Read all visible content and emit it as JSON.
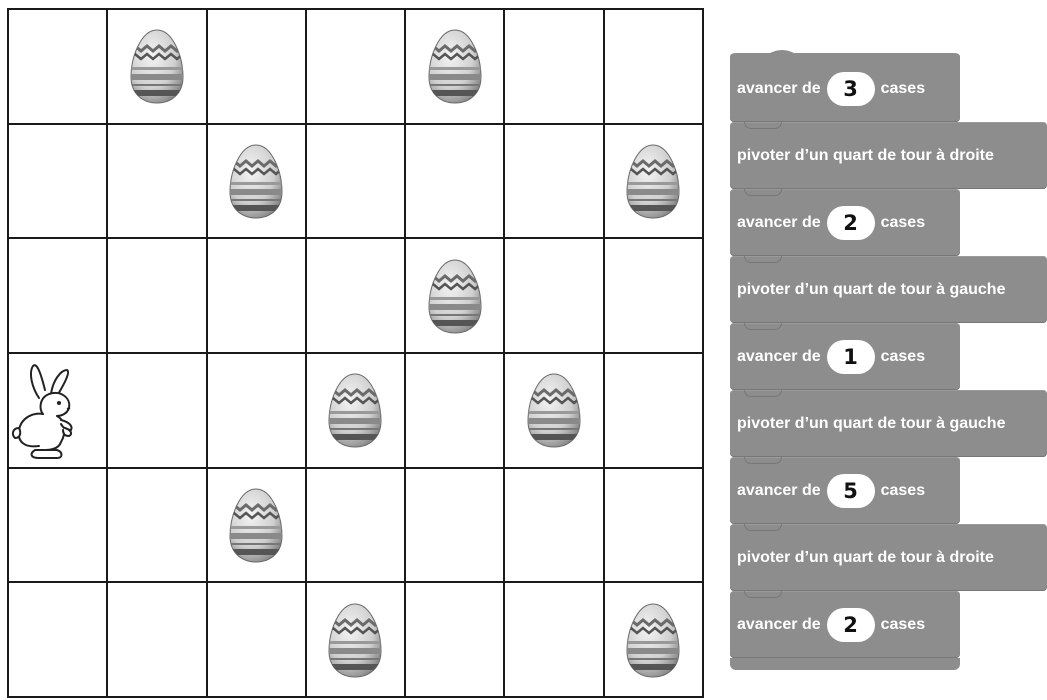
{
  "board": {
    "rows": 6,
    "cols": 7,
    "cells": [
      [
        "",
        "egg",
        "",
        "",
        "egg",
        "",
        ""
      ],
      [
        "",
        "",
        "egg",
        "",
        "",
        "",
        "egg"
      ],
      [
        "",
        "",
        "",
        "",
        "egg",
        "",
        ""
      ],
      [
        "bunny",
        "",
        "",
        "egg",
        "",
        "egg",
        ""
      ],
      [
        "",
        "",
        "egg",
        "",
        "",
        "",
        ""
      ],
      [
        "",
        "",
        "",
        "egg",
        "",
        "",
        "egg"
      ]
    ]
  },
  "script": {
    "blocks": [
      {
        "type": "move",
        "prefix": "avancer de",
        "value": "3",
        "suffix": "cases"
      },
      {
        "type": "turn",
        "text": "pivoter d’un quart de tour à droite"
      },
      {
        "type": "move",
        "prefix": "avancer de",
        "value": "2",
        "suffix": "cases"
      },
      {
        "type": "turn",
        "text": "pivoter d’un quart de tour à gauche"
      },
      {
        "type": "move",
        "prefix": "avancer de",
        "value": "1",
        "suffix": "cases"
      },
      {
        "type": "turn",
        "text": "pivoter d’un quart de tour à gauche"
      },
      {
        "type": "move",
        "prefix": "avancer de",
        "value": "5",
        "suffix": "cases"
      },
      {
        "type": "turn",
        "text": "pivoter d’un quart de tour à droite"
      },
      {
        "type": "move",
        "prefix": "avancer de",
        "value": "2",
        "suffix": "cases"
      }
    ]
  },
  "colors": {
    "block": "#8d8d8d",
    "grid": "#1a1a1a"
  },
  "icons": {
    "egg": "easter-egg-icon",
    "bunny": "bunny-icon"
  }
}
